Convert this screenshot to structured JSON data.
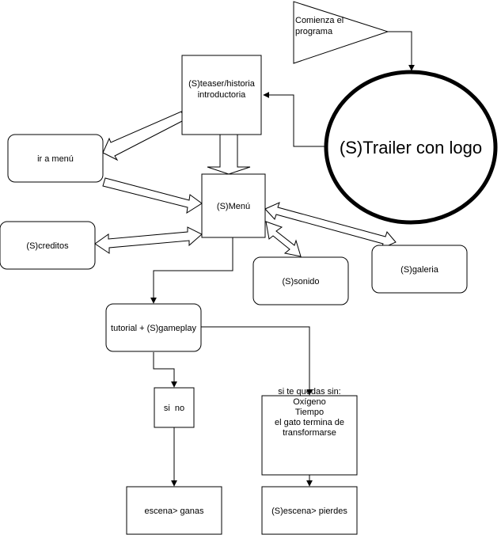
{
  "nodes": {
    "start": {
      "lines": [
        "Comienza el",
        "programa"
      ]
    },
    "trailer": {
      "lines": [
        "(S)Trailer con logo"
      ]
    },
    "teaser": {
      "lines": [
        "(S)teaser/historia",
        "introductoria"
      ]
    },
    "ir_menu": {
      "lines": [
        "ir a menú"
      ]
    },
    "menu": {
      "lines": [
        "(S)Menú"
      ]
    },
    "creditos": {
      "lines": [
        "(S)creditos"
      ]
    },
    "sonido": {
      "lines": [
        "(S)sonido"
      ]
    },
    "galeria": {
      "lines": [
        "(S)galeria"
      ]
    },
    "tutorial": {
      "lines": [
        "tutorial + (S)gameplay"
      ]
    },
    "si_no": {
      "lines": [
        "si  no"
      ]
    },
    "condicion": {
      "lines": [
        "si te quedas sin:",
        "Oxígeno",
        "Tiempo",
        "el gato termina de",
        "transformarse"
      ]
    },
    "ganas": {
      "lines": [
        "escena> ganas"
      ]
    },
    "pierdes": {
      "lines": [
        "(S)escena> pierdes"
      ]
    }
  },
  "colors": {
    "stroke": "#000000",
    "fill": "#ffffff",
    "text": "#000000"
  }
}
